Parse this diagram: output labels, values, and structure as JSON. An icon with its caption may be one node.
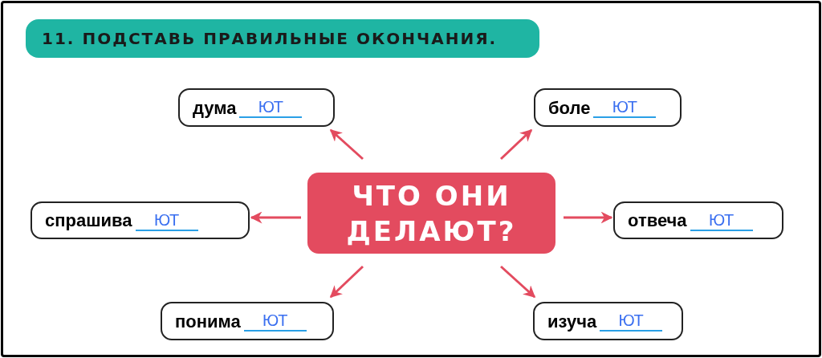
{
  "diagram": {
    "title": "11. ПОДСТАВЬ ПРАВИЛЬНЫЕ ОКОНЧАНИЯ.",
    "nodes": [
      {
        "text": [
          "дума",
          "ЮТ"
        ]
      },
      {
        "text": [
          "боле",
          "ЮТ"
        ]
      },
      {
        "text": [
          "спрашива",
          "ЮТ"
        ]
      },
      {
        "text": [
          "ЧТО ОНИ ДЕЛАЮТ?"
        ]
      },
      {
        "text": [
          "отвеча",
          "ЮТ"
        ]
      },
      {
        "text": [
          "понима",
          "ЮТ"
        ]
      },
      {
        "text": [
          "изуча",
          "ЮТ"
        ]
      }
    ],
    "edges": [
      {
        "from": 3,
        "to": 0,
        "arrow": "to"
      },
      {
        "from": 3,
        "to": 1,
        "arrow": "to"
      },
      {
        "from": 3,
        "to": 2,
        "arrow": "to"
      },
      {
        "from": 3,
        "to": 4,
        "arrow": "to"
      },
      {
        "from": 3,
        "to": 5,
        "arrow": "to"
      },
      {
        "from": 3,
        "to": 6,
        "arrow": "to"
      }
    ]
  }
}
